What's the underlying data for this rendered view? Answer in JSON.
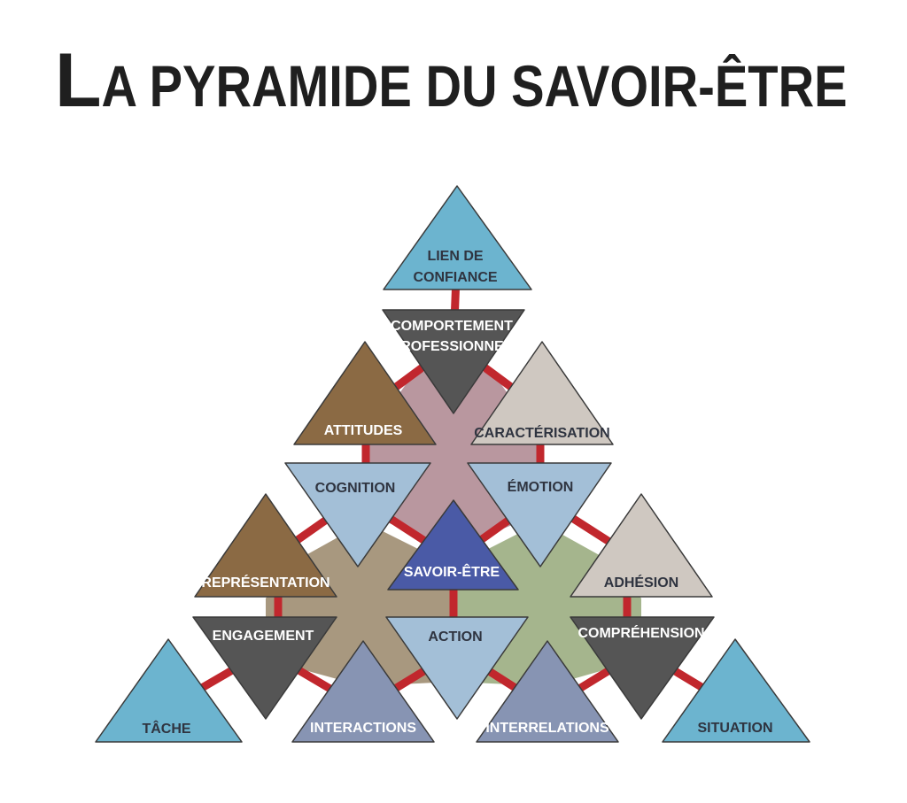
{
  "title": {
    "initial": "L",
    "rest": "A PYRAMIDE DU SAVOIR-ÊTRE"
  },
  "colors": {
    "link": "#c1272d",
    "cyan": "#6cb4cf",
    "dark": "#555555",
    "brown": "#8b6a44",
    "beige": "#cfc8c1",
    "paleblue": "#a3bfd7",
    "navy": "#4a5aa6",
    "slate": "#8794b3",
    "mauve": "#b9979f",
    "tan": "#a8987f",
    "green": "#a5b58d"
  },
  "nodes": {
    "lien": [
      "LIEN DE",
      "CONFIANCE"
    ],
    "comportement": [
      "COMPORTEMENT",
      "PROFESSIONNEL"
    ],
    "attitudes": "ATTITUDES",
    "caracterisation": "CARACTÉRISATION",
    "cognition": "COGNITION",
    "emotion": "ÉMOTION",
    "savoir": "SAVOIR-ÊTRE",
    "representation": "REPRÉSENTATION",
    "adhesion": "ADHÉSION",
    "engagement": "ENGAGEMENT",
    "action": "ACTION",
    "comprehension": "COMPRÉHENSION",
    "tache": "TÂCHE",
    "interactions": "INTERACTIONS",
    "interrelations": "INTERRELATIONS",
    "situation": "SITUATION"
  }
}
